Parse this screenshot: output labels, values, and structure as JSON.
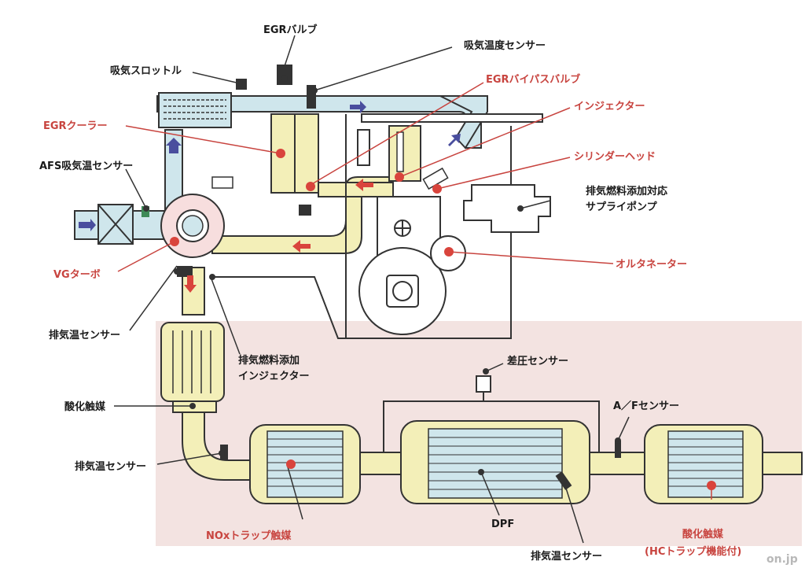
{
  "colors": {
    "pipe": "#f3efb8",
    "pipe_blue": "#cfe6ec",
    "outline": "#333333",
    "lower_panel": "#f3e3e1",
    "red_label": "#c8443f",
    "black_label": "#1a1a1a",
    "arrow_red": "#d9443c",
    "arrow_blue": "#4a4e9e"
  },
  "labels": {
    "egr_valve": "EGRバルブ",
    "intake_temp_sensor": "吸気温度センサー",
    "intake_throttle": "吸気スロットル",
    "egr_bypass_valve": "EGRバイパスバルブ",
    "injector": "インジェクター",
    "egr_cooler": "EGRクーラー",
    "cylinder_head": "シリンダーヘッド",
    "afs_sensor": "AFS吸気温センサー",
    "fuel_supply_pump_1": "排気燃料添加対応",
    "fuel_supply_pump_2": "サプライポンプ",
    "alternator": "オルタネーター",
    "vg_turbo": "VGターボ",
    "exhaust_temp_sensor_1": "排気温センサー",
    "exhaust_fuel_injector_1": "排気燃料添加",
    "exhaust_fuel_injector_2": "インジェクター",
    "diff_pressure_sensor": "差圧センサー",
    "oxidation_catalyst": "酸化触媒",
    "af_sensor": "A／Fセンサー",
    "exhaust_temp_sensor_2": "排気温センサー",
    "dpf": "DPF",
    "nox_trap": "NOxトラップ触媒",
    "exhaust_temp_sensor_3": "排気温センサー",
    "oxidation_catalyst_hc_1": "酸化触媒",
    "oxidation_catalyst_hc_2": "(HCトラップ機能付)"
  },
  "watermark": "on.jp"
}
